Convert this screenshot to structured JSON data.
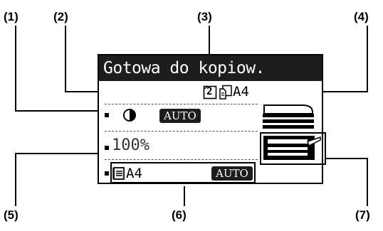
{
  "callouts": {
    "c1": "(1)",
    "c2": "(2)",
    "c3": "(3)",
    "c4": "(4)",
    "c5": "(5)",
    "c6": "(6)",
    "c7": "(7)"
  },
  "lcd": {
    "status_message": "Gotowa do kopiow.",
    "duplex_icon_text": "2",
    "paper_size": "A4",
    "exposure_mode": "AUTO",
    "ratio": "100%",
    "tray_paper_size": "A4",
    "tray_mode": "AUTO"
  },
  "icons": [
    "contrast-icon",
    "duplex-icon",
    "original-copy-icon",
    "paper-tray-icon",
    "copier-icon",
    "tray-select-icon"
  ]
}
